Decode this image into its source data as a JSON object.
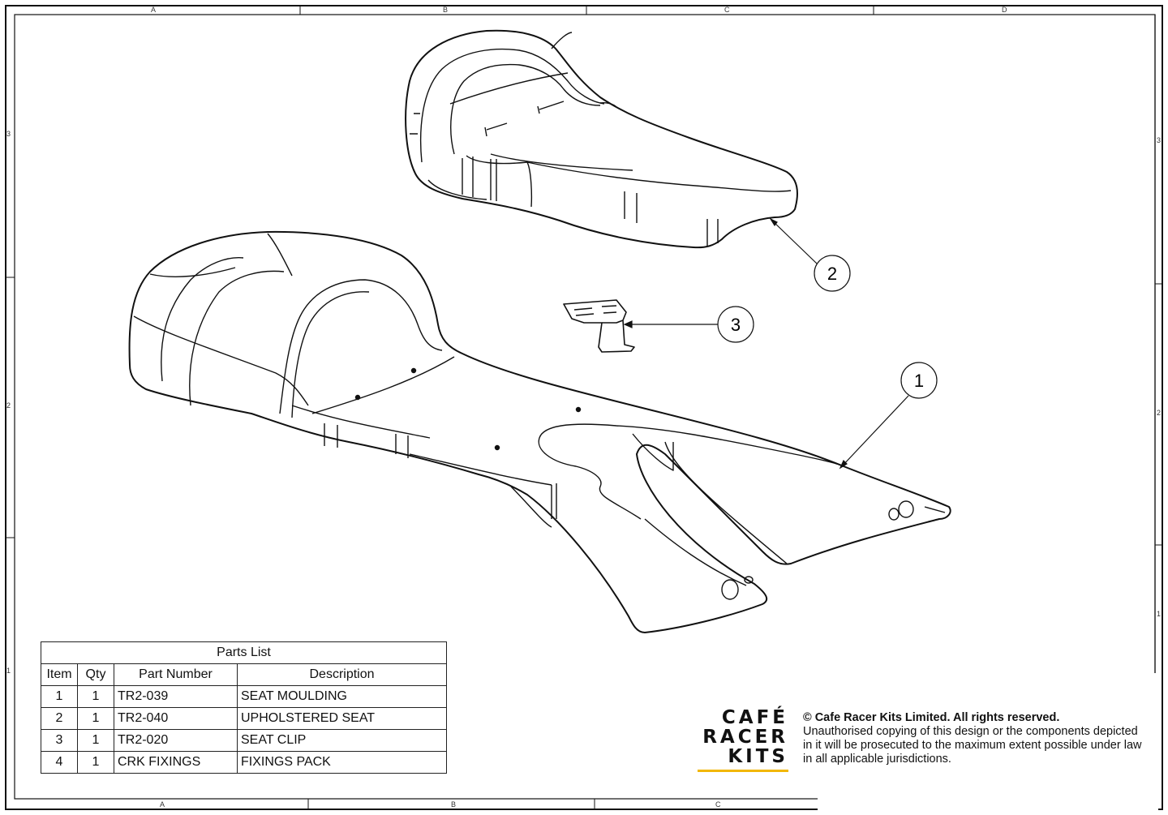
{
  "sheet": {
    "zones_top": [
      "A",
      "B",
      "C",
      "D"
    ],
    "zones_bottom": [
      "A",
      "B",
      "C"
    ],
    "zones_left": [
      "3",
      "2",
      "1"
    ],
    "zones_right": [
      "3",
      "2",
      "1"
    ]
  },
  "balloons": [
    {
      "number": "1",
      "part": "seat-moulding"
    },
    {
      "number": "2",
      "part": "upholstered-seat"
    },
    {
      "number": "3",
      "part": "seat-clip"
    }
  ],
  "parts_list": {
    "title": "Parts List",
    "headers": [
      "Item",
      "Qty",
      "Part Number",
      "Description"
    ],
    "rows": [
      {
        "item": "1",
        "qty": "1",
        "part_number": "TR2-039",
        "description": "SEAT MOULDING"
      },
      {
        "item": "2",
        "qty": "1",
        "part_number": "TR2-040",
        "description": "UPHOLSTERED SEAT"
      },
      {
        "item": "3",
        "qty": "1",
        "part_number": "TR2-020",
        "description": "SEAT CLIP"
      },
      {
        "item": "4",
        "qty": "1",
        "part_number": "CRK FIXINGS",
        "description": "FIXINGS PACK"
      }
    ]
  },
  "logo": {
    "lines": [
      "CAFÉ",
      "RACER",
      "KITS"
    ],
    "accent_color": "#f2b705"
  },
  "copyright": {
    "title": "© Cafe Racer Kits Limited. All rights reserved.",
    "body": "Unauthorised copying of this design or the components depicted in it will be prosecuted to the maximum extent possible under law in all applicable jurisdictions."
  }
}
